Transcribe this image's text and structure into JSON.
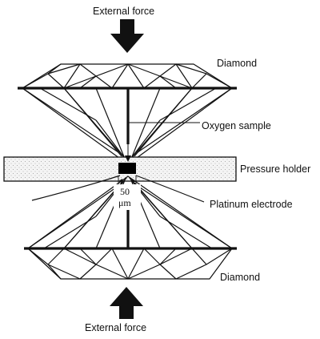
{
  "labels": {
    "top_force": "External force",
    "bottom_force": "External force",
    "diamond_top": "Diamond",
    "diamond_bottom": "Diamond",
    "oxygen": "Oxygen sample",
    "holder": "Pressure holder",
    "electrode": "Platinum electrode",
    "gap_value": "50",
    "gap_unit": "μm"
  },
  "colors": {
    "ink": "#111111",
    "holder_fill": "#f4f4f4",
    "holder_dots": "#9a9a9a",
    "sample": "#000000"
  }
}
